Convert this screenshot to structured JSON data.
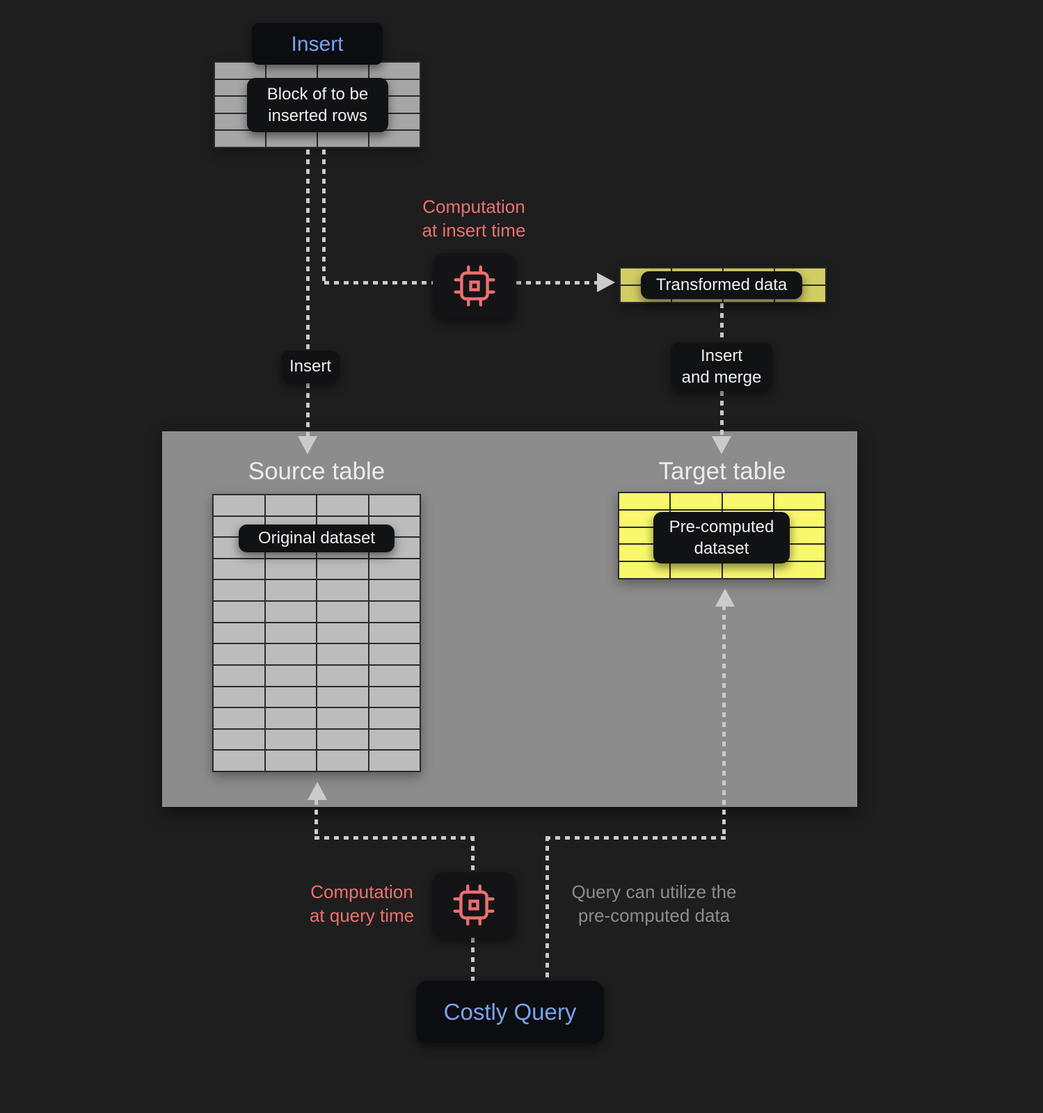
{
  "colors": {
    "background": "#1e1e1e",
    "accent_blue": "#7aa2f0",
    "accent_red": "#ee6f6f",
    "line_gray": "#cbcbcb",
    "box_gray": "#8c8c8c",
    "pill_dark": "#111214",
    "muted_text": "#8d8d8d",
    "table_gray": "#bcbcbc",
    "insert_block_gray": "#a6a6a6",
    "table_yellow": "#f9f86d",
    "strip_yellow": "#d2cd62"
  },
  "nodes": {
    "insert_title": "Insert",
    "block_label": "Block of to be\ninserted rows",
    "insert_edge_label": "Insert",
    "computation_insert_label": "Computation\nat insert time",
    "transformed_label": "Transformed data",
    "insert_merge_label": "Insert\nand merge",
    "source_table_title": "Source table",
    "original_dataset_label": "Original dataset",
    "target_table_title": "Target table",
    "precomputed_label": "Pre-computed\ndataset",
    "computation_query_label": "Computation\nat query time",
    "query_note": "Query can utilize the\npre-computed data",
    "costly_query_label": "Costly Query"
  },
  "grids": {
    "insert_block": {
      "rows": 5,
      "cols": 4
    },
    "transformed": {
      "rows": 2,
      "cols": 4
    },
    "source": {
      "rows": 13,
      "cols": 4
    },
    "target": {
      "rows": 5,
      "cols": 4
    }
  },
  "icons": {
    "chip_insert": "cpu-chip-icon",
    "chip_query": "cpu-chip-icon"
  }
}
